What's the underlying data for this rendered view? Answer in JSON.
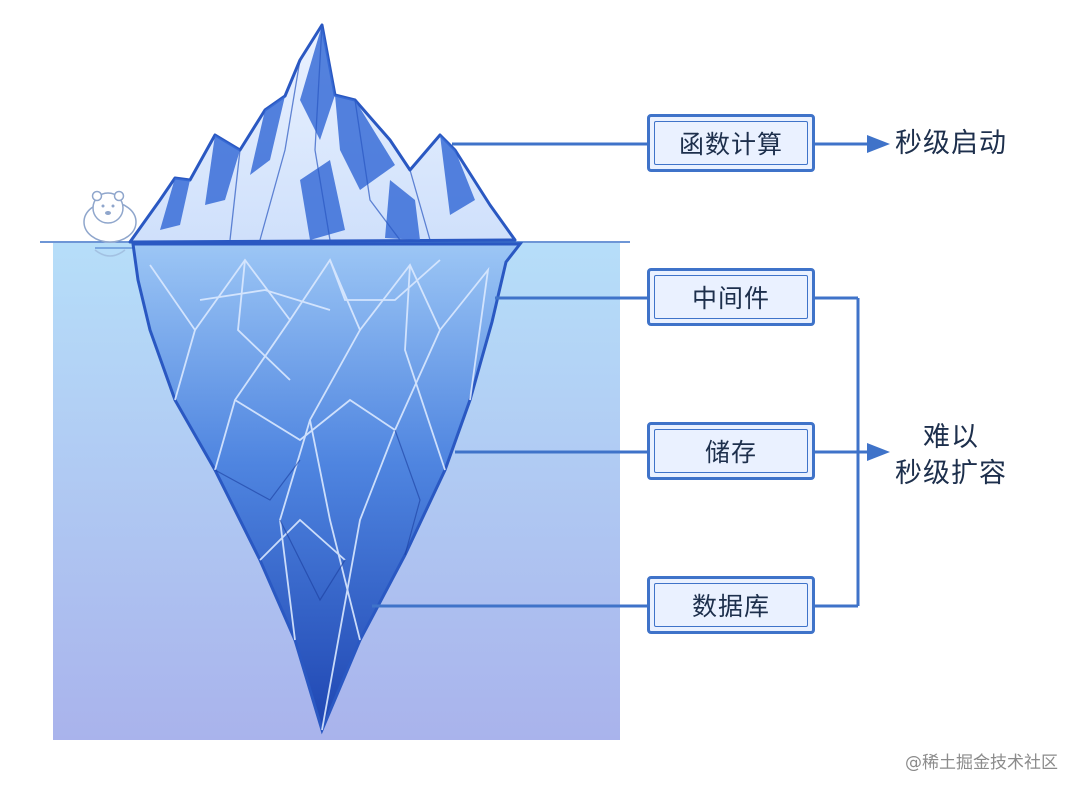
{
  "boxes": {
    "serverless": "函数计算",
    "middleware": "中间件",
    "storage": "储存",
    "database": "数据库"
  },
  "results": {
    "fast": "秒级启动",
    "slow_line1": "难以",
    "slow_line2": "秒级扩容"
  },
  "watermark": "@稀土掘金技术社区",
  "colors": {
    "accent": "#3f73c9",
    "water_top": "#b6def9",
    "water_bottom": "#a9b3ec",
    "ice_light": "#dbe9ff",
    "ice_deep": "#1f4ab5",
    "text": "#1d2f4c"
  }
}
